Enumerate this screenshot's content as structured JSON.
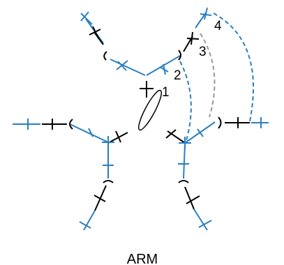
{
  "colors": {
    "blue": "#2a7fc0",
    "black": "#000000",
    "gray": "#999999"
  },
  "labels": {
    "n1": "1",
    "n2": "2",
    "n3": "3",
    "n4": "4"
  },
  "caption": "ARM"
}
